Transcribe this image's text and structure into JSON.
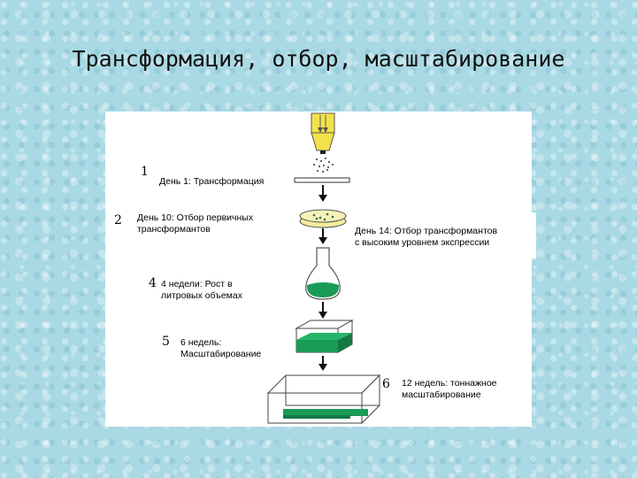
{
  "title": "Трансформация, отбор, масштабирование",
  "steps": [
    {
      "num": "1",
      "label": "День 1: Трансформация"
    },
    {
      "num": "2",
      "label_line1": "День 10: Отбор первичных",
      "label_line2": "трансформантов"
    },
    {
      "num": "",
      "label_line1": "День 14: Отбор трансформантов",
      "label_line2": "с высоким уровнем экспрессии"
    },
    {
      "num": "4",
      "label_line1": "4 недели: Рост в",
      "label_line2": "литровых объемах"
    },
    {
      "num": "5",
      "label_line1": "6 недель:",
      "label_line2": "Масштабирование"
    },
    {
      "num": "6",
      "label_line1": "12 недель: тоннажное",
      "label_line2": "масштабирование"
    }
  ],
  "colors": {
    "green": "#1a9b57",
    "yellow": "#f2e24a",
    "background": "#a9d9e4"
  }
}
